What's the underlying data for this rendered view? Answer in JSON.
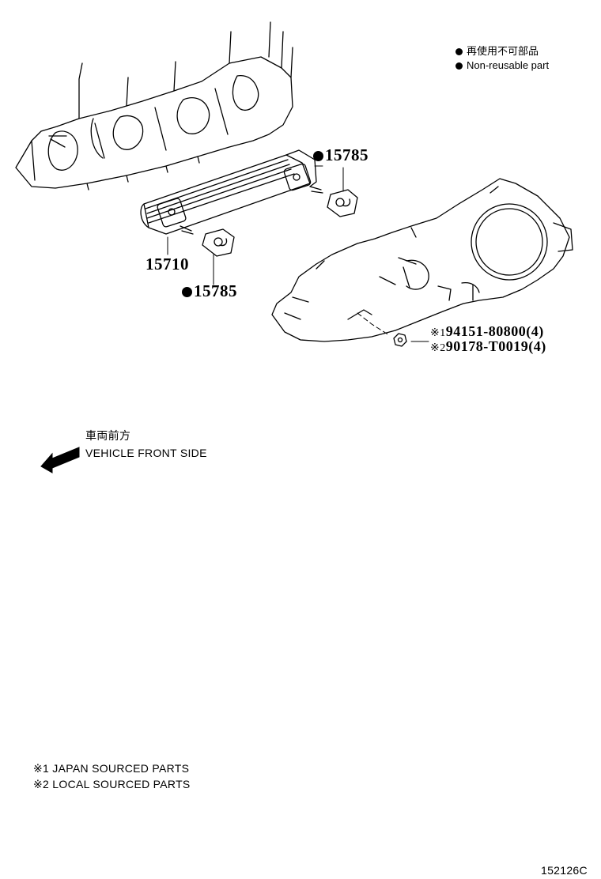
{
  "legend": {
    "line1": "再使用不可部品",
    "line2": "Non-reusable part"
  },
  "parts": {
    "gasket_upper": "15785",
    "oil_cooler": "15710",
    "gasket_lower": "15785",
    "nut_japan": "94151-80800(4)",
    "nut_local": "90178-T0019(4)"
  },
  "marks": {
    "ref1": "※1",
    "ref2": "※2"
  },
  "direction": {
    "jp": "車両前方",
    "en": "VEHICLE FRONT SIDE"
  },
  "notes": {
    "note1": "※1 JAPAN SOURCED PARTS",
    "note2": "※2 LOCAL SOURCED PARTS"
  },
  "figure_id": "152126C"
}
